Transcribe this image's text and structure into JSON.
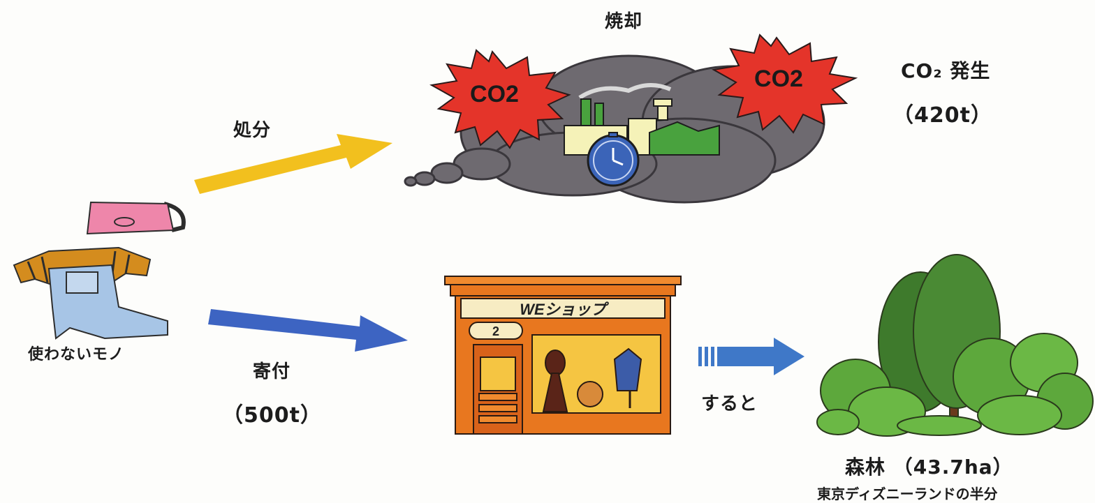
{
  "labels": {
    "incineration": "焼却",
    "disposal": "処分",
    "co2_generated": "CO₂ 発生",
    "co2_amount": "（420t）",
    "donation": "寄付",
    "donation_amount": "（500t）",
    "unused_items": "使わないモノ",
    "then": "すると",
    "forest": "森林 （43.7ha）",
    "forest_note": "東京ディズニーランドの半分"
  },
  "illustration_text": {
    "co2_left": "CO2",
    "co2_right": "CO2",
    "shop_sign": "WEショップ",
    "shop_number": "2"
  },
  "colors": {
    "disposal_arrow": "#f2c01e",
    "donation_arrow": "#3d64c2",
    "then_arrow": "#3f78c8",
    "co2_burst": "#e4342a",
    "smoke_cloud": "#6e6a70",
    "shop_orange": "#e8771f",
    "forest_green": "#5da83c"
  }
}
